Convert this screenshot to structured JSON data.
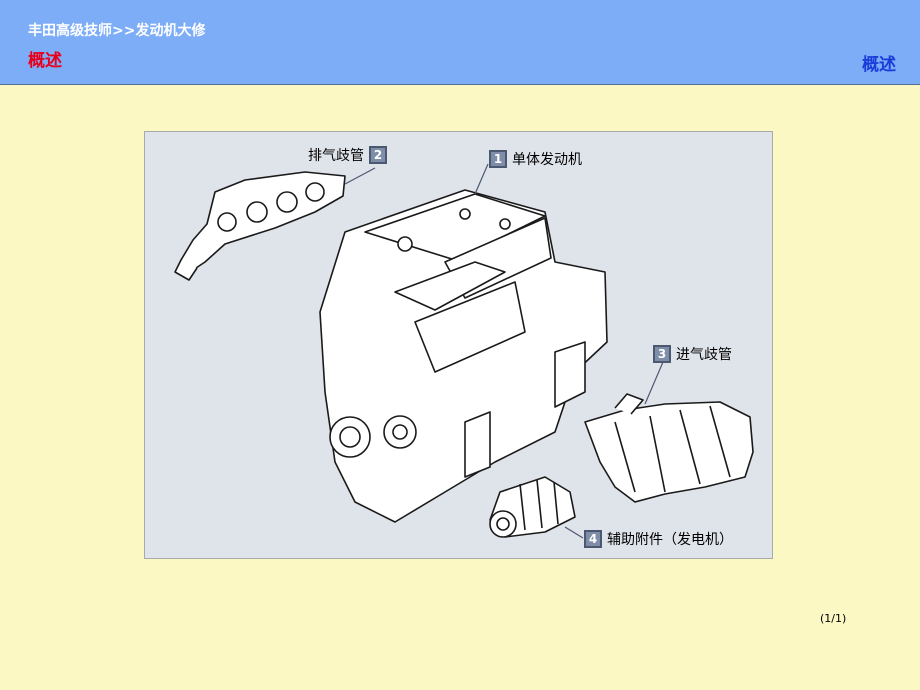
{
  "header": {
    "breadcrumb": "丰田高级技师>>发动机大修",
    "section_title": "概述",
    "section_title_right": "概述",
    "colors": {
      "bar": "#7eadf8",
      "title_red": "#e8001a",
      "title_blue": "#1a3cd8"
    }
  },
  "figure": {
    "callouts": [
      {
        "number": "1",
        "label": "单体发动机"
      },
      {
        "number": "2",
        "label": "排气歧管"
      },
      {
        "number": "3",
        "label": "进气歧管"
      },
      {
        "number": "4",
        "label": "辅助附件（发电机）"
      }
    ]
  },
  "footer": {
    "page_indicator": "(1/1)"
  }
}
